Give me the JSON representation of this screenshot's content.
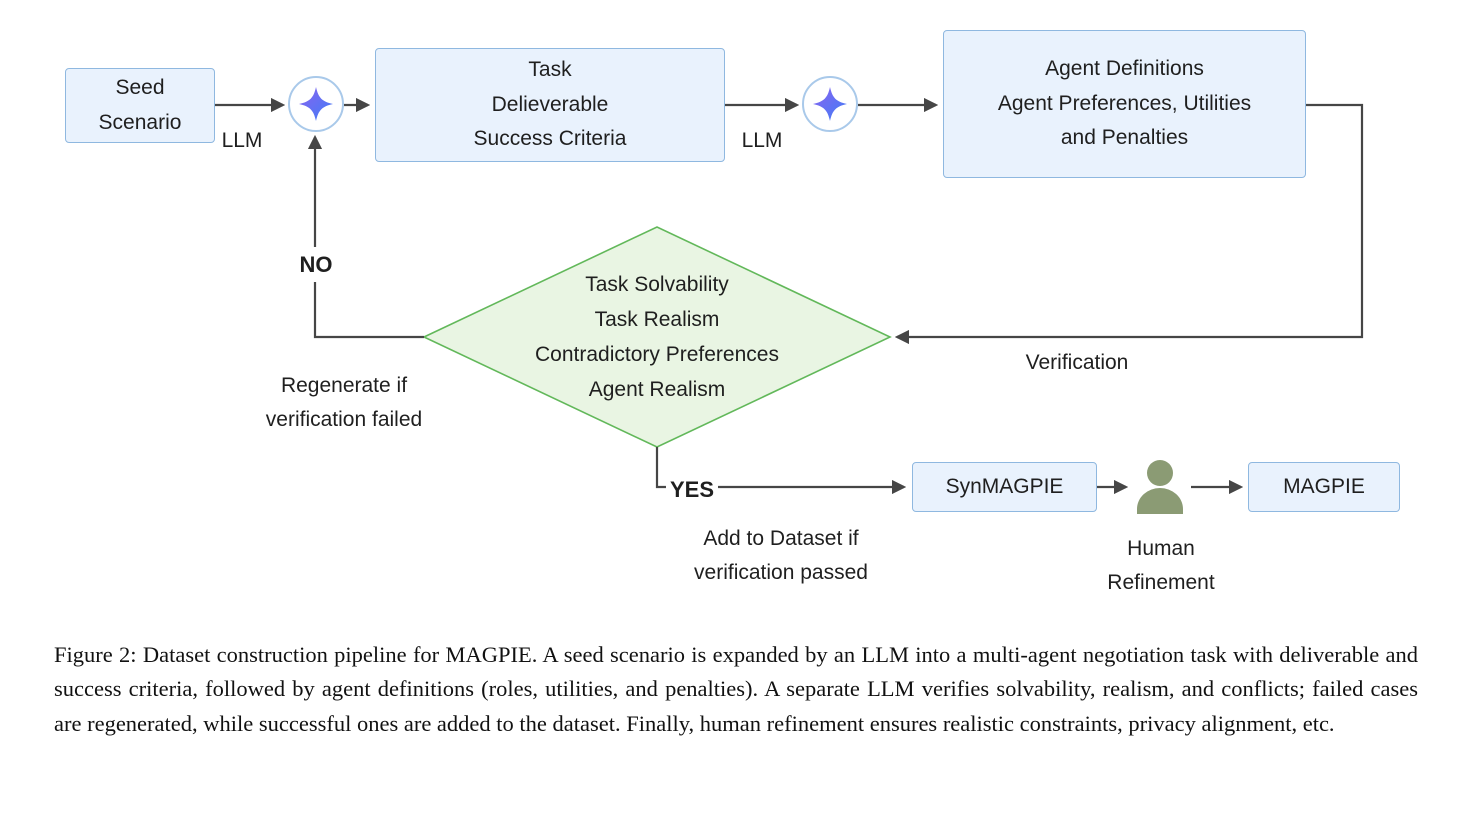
{
  "diagram": {
    "seed_box": {
      "line1": "Seed",
      "line2": "Scenario"
    },
    "task_box": {
      "line1": "Task",
      "line2": "Delieverable",
      "line3": "Success Criteria"
    },
    "agent_box": {
      "line1": "Agent Definitions",
      "line2": "Agent Preferences, Utilities",
      "line3": "and Penalties"
    },
    "verification_diamond": {
      "line1": "Task Solvability",
      "line2": "Task Realism",
      "line3": "Contradictory Preferences",
      "line4": "Agent Realism"
    },
    "synmagpie_box": {
      "label": "SynMAGPIE"
    },
    "magpie_box": {
      "label": "MAGPIE"
    },
    "labels": {
      "llm_1": "LLM",
      "llm_2": "LLM",
      "no": "NO",
      "yes": "YES",
      "verification": "Verification",
      "regenerate_line1": "Regenerate if",
      "regenerate_line2": "verification failed",
      "add_dataset_line1": "Add to Dataset if",
      "add_dataset_line2": "verification passed",
      "human_line1": "Human",
      "human_line2": "Refinement"
    },
    "icons": {
      "sparkle_1": "llm-sparkle-icon",
      "sparkle_2": "llm-sparkle-icon",
      "person": "human-refinement-person-icon"
    },
    "colors": {
      "box_fill": "#e9f2fd",
      "box_border": "#8fb8e0",
      "diamond_fill": "#e9f5e3",
      "diamond_border": "#62b85a",
      "arrow": "#464646",
      "sparkle_gradient_start": "#8a63f0",
      "sparkle_gradient_end": "#3f7df6",
      "person_color": "#8b9b74"
    }
  },
  "caption": {
    "text": "Figure 2: Dataset construction pipeline for MAGPIE. A seed scenario is expanded by an LLM into a multi-agent negotiation task with deliverable and success criteria, followed by agent definitions (roles, utilities, and penalties). A separate LLM verifies solvability, realism, and conflicts; failed cases are regenerated, while successful ones are added to the dataset. Finally, human refinement ensures realistic constraints, privacy alignment, etc."
  }
}
